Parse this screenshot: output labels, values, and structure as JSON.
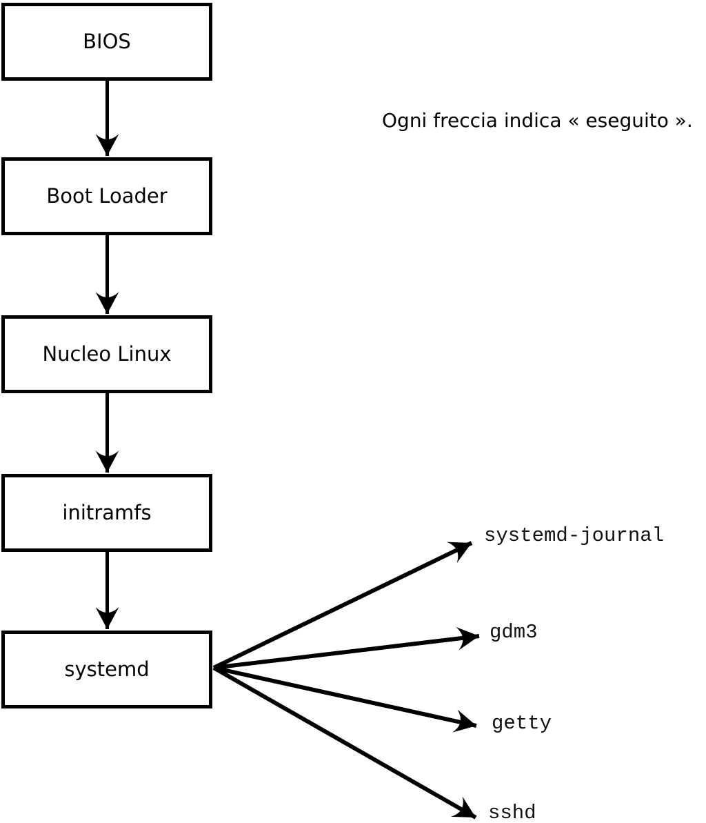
{
  "canvas": {
    "background": "#ffffff",
    "line_color": "#000000"
  },
  "caption": "Ogni freccia indica « eseguito ».",
  "chain": [
    {
      "label": "BIOS"
    },
    {
      "label": "Boot Loader"
    },
    {
      "label": "Nucleo Linux"
    },
    {
      "label": "initramfs"
    },
    {
      "label": "systemd"
    }
  ],
  "services": [
    {
      "label": "systemd-journal"
    },
    {
      "label": "gdm3"
    },
    {
      "label": "getty"
    },
    {
      "label": "sshd"
    }
  ]
}
